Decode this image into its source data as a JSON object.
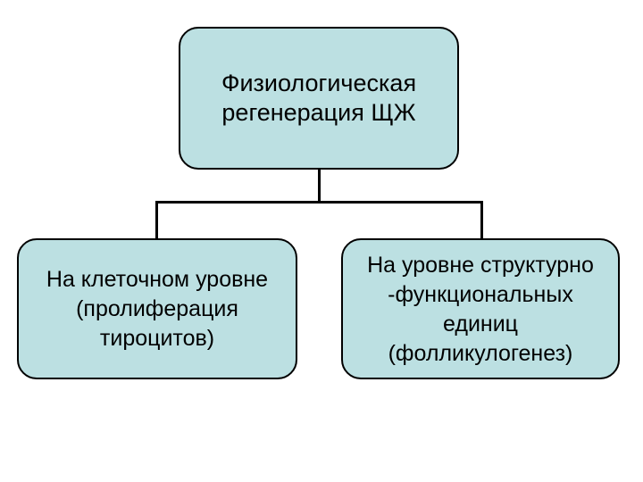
{
  "diagram": {
    "title_text": "Физиологическая регенерация ЩЖ",
    "type": "hierarchy-tree",
    "colors": {
      "node_fill": "#bce0e2",
      "node_border": "#000000",
      "text": "#000000",
      "connector": "#000000",
      "background": "#ffffff"
    },
    "nodes": {
      "root": {
        "id": "root",
        "lines": [
          "Физиологическая",
          "регенерация ЩЖ"
        ]
      },
      "cellular": {
        "id": "cellular",
        "lines": [
          "На клеточном уровне",
          "(пролиферация",
          "тироцитов)"
        ]
      },
      "structural": {
        "id": "structural",
        "lines": [
          "На уровне структурно",
          "-функциональных",
          "единиц",
          "(фолликулогенез)"
        ]
      }
    },
    "connectors": [
      {
        "name": "root-stem",
        "from": "root",
        "to": "branch-bar"
      },
      {
        "name": "branch-bar",
        "from": "root-stem",
        "to": "children"
      },
      {
        "name": "drop-to-cellular",
        "from": "branch-bar",
        "to": "cellular"
      },
      {
        "name": "drop-to-structural",
        "from": "branch-bar",
        "to": "structural"
      }
    ]
  }
}
